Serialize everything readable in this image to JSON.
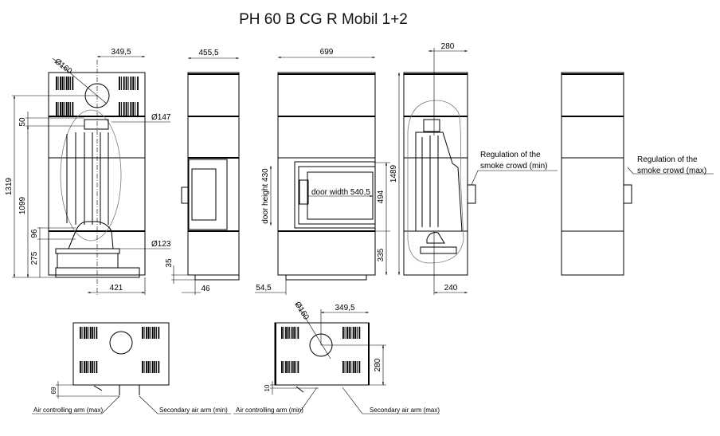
{
  "title": "PH 60 B CG R Mobil 1+2",
  "view_front_cut": {
    "dim_flue_offset": "349,5",
    "dim_flue_diameter": "Ø160",
    "dim_outlet_147": "Ø147",
    "dim_inlet_123": "Ø123",
    "dim_height_total": "1319",
    "dim_height_flue": "1099",
    "dim_50": "50",
    "dim_96": "96",
    "dim_275": "275",
    "dim_421": "421"
  },
  "view_side": {
    "dim_depth": "455,5",
    "dim_35": "35",
    "dim_46": "46"
  },
  "view_front": {
    "dim_width": "699",
    "door_height": "door height 430",
    "door_width": "door width 540,5",
    "dim_494": "494",
    "dim_335": "335",
    "dim_54_5": "54,5"
  },
  "view_side_cut": {
    "dim_280": "280",
    "dim_1489": "1489",
    "dim_240": "240",
    "regulation_line1": "Regulation of the",
    "regulation_line2": "smoke crowd (min)"
  },
  "view_side_right": {
    "regulation_line1": "Regulation of the",
    "regulation_line2": "smoke crowd (max)"
  },
  "top_view_left": {
    "dim_69": "69",
    "air_arm": "Air controlling arm  (max)",
    "secondary_arm": "Secondary air arm (min)"
  },
  "top_view_right": {
    "dim_flue_diameter": "Ø160",
    "dim_flue_offset": "349,5",
    "dim_280": "280",
    "dim_10": "10",
    "air_arm": "Air controlling arm (min)",
    "secondary_arm": "Secondary air arm (max)"
  }
}
